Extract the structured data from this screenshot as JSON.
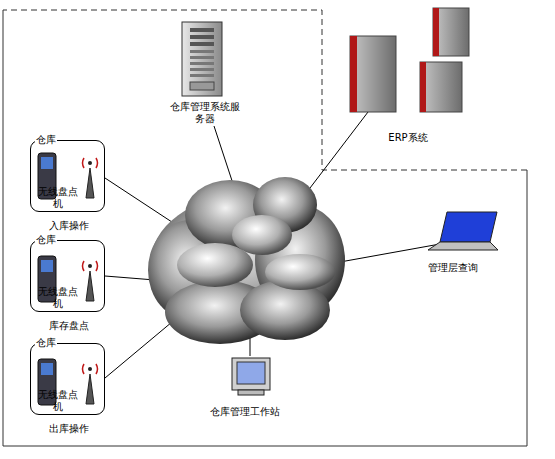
{
  "diagram": {
    "nodes": [
      {
        "text": [
          "仓库",
          "无线盘点机",
          "入库操作"
        ]
      },
      {
        "text": [
          "仓库",
          "无线盘点机",
          "库存盘点"
        ]
      },
      {
        "text": [
          "仓库",
          "无线盘点机",
          "出库操作"
        ]
      }
    ],
    "labels": [
      "仓库管理系统服务器",
      "ERP系统",
      "管理层查询",
      "仓库管理工作站"
    ]
  }
}
